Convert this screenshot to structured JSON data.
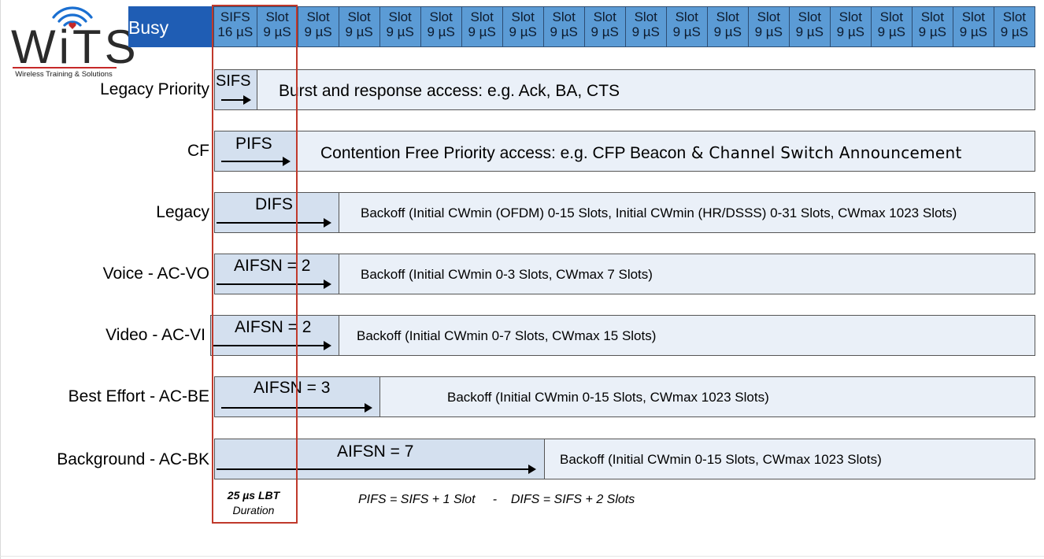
{
  "logo": {
    "wordmark": "WiTS",
    "tagline": "Wireless Training & Solutions",
    "brand_color": "#c62828",
    "wifi_icon": "wifi-heart-icon"
  },
  "busy_label": "Busy",
  "slot_header": [
    {
      "label": "SIFS",
      "duration": "16 µS"
    },
    {
      "label": "Slot",
      "duration": "9 µS"
    },
    {
      "label": "Slot",
      "duration": "9 µS"
    },
    {
      "label": "Slot",
      "duration": "9 µS"
    },
    {
      "label": "Slot",
      "duration": "9 µS"
    },
    {
      "label": "Slot",
      "duration": "9 µS"
    },
    {
      "label": "Slot",
      "duration": "9 µS"
    },
    {
      "label": "Slot",
      "duration": "9 µS"
    },
    {
      "label": "Slot",
      "duration": "9 µS"
    },
    {
      "label": "Slot",
      "duration": "9 µS"
    },
    {
      "label": "Slot",
      "duration": "9 µS"
    },
    {
      "label": "Slot",
      "duration": "9 µS"
    },
    {
      "label": "Slot",
      "duration": "9 µS"
    },
    {
      "label": "Slot",
      "duration": "9 µS"
    },
    {
      "label": "Slot",
      "duration": "9 µS"
    },
    {
      "label": "Slot",
      "duration": "9 µS"
    },
    {
      "label": "Slot",
      "duration": "9 µS"
    },
    {
      "label": "Slot",
      "duration": "9 µS"
    },
    {
      "label": "Slot",
      "duration": "9 µS"
    },
    {
      "label": "Slot",
      "duration": "9 µS"
    }
  ],
  "rows": [
    {
      "label": "Legacy Priority",
      "wait": "SIFS",
      "description": "Burst and response access: e.g. Ack, BA, CTS"
    },
    {
      "label": "CF",
      "wait": "PIFS",
      "description": "Contention Free Priority access: e.g. CFP Beacon",
      "description_extra": " & Channel Switch Announcement"
    },
    {
      "label": "Legacy",
      "wait": "DIFS",
      "description": "Backoff (Initial CWmin (OFDM) 0-15 Slots, Initial CWmin (HR/DSSS) 0-31 Slots, CWmax 1023 Slots)"
    },
    {
      "label": "Voice - AC-VO",
      "wait": "AIFSN = 2",
      "description": "Backoff (Initial CWmin 0-3 Slots, CWmax 7 Slots)"
    },
    {
      "label": "Video -  AC-VI",
      "wait": "AIFSN = 2",
      "description": "Backoff (Initial CWmin 0-7 Slots, CWmax 15 Slots)"
    },
    {
      "label": "Best Effort - AC-BE",
      "wait": "AIFSN = 3",
      "description": "Backoff (Initial CWmin 0-15 Slots, CWmax 1023 Slots)"
    },
    {
      "label": "Background - AC-BK",
      "wait": "AIFSN = 7",
      "description": "Backoff (Initial CWmin 0-15 Slots, CWmax 1023 Slots)"
    }
  ],
  "lbt": {
    "line1": "25 µs LBT",
    "line2": "Duration"
  },
  "formula": "PIFS = SIFS + 1 Slot     -    DIFS = SIFS + 2 Slots",
  "colors": {
    "busy": "#1f5db4",
    "slot": "#5b9bd5",
    "row_fill": "#eaf0f8",
    "wait_fill": "#d4e0ef",
    "lbt_border": "#c0392b"
  }
}
